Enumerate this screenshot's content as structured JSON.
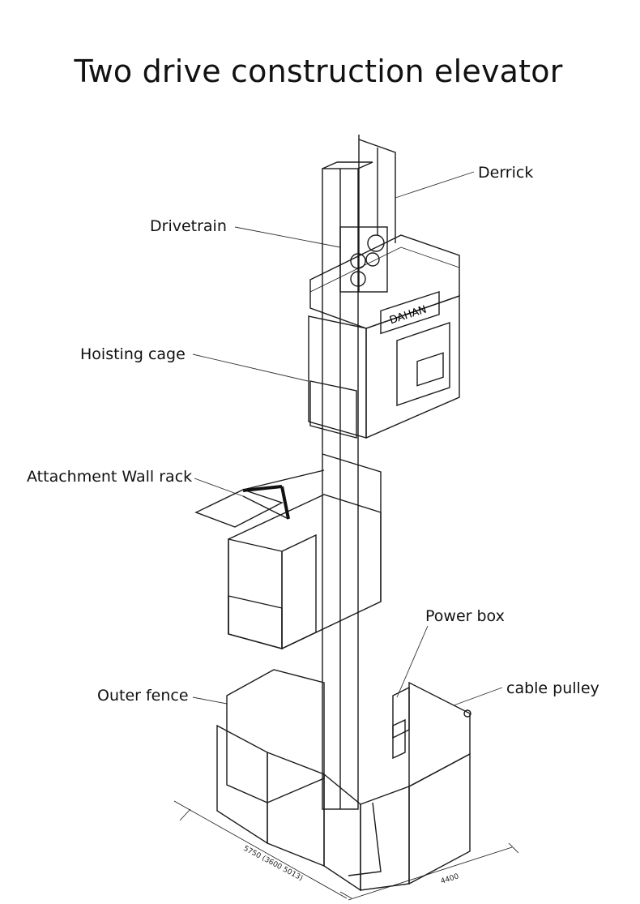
{
  "title": "Two drive construction elevator",
  "labels": {
    "derrick": "Derrick",
    "drivetrain": "Drivetrain",
    "hoisting_cage": "Hoisting cage",
    "attachment_wall_rack": "Attachment Wall rack",
    "power_box": "Power box",
    "outer_fence": "Outer fence",
    "cable_pulley": "cable pulley"
  },
  "cage_brand": "DAHAN",
  "dimensions": {
    "front": "5750 (3600 5013)",
    "side": "4400"
  }
}
